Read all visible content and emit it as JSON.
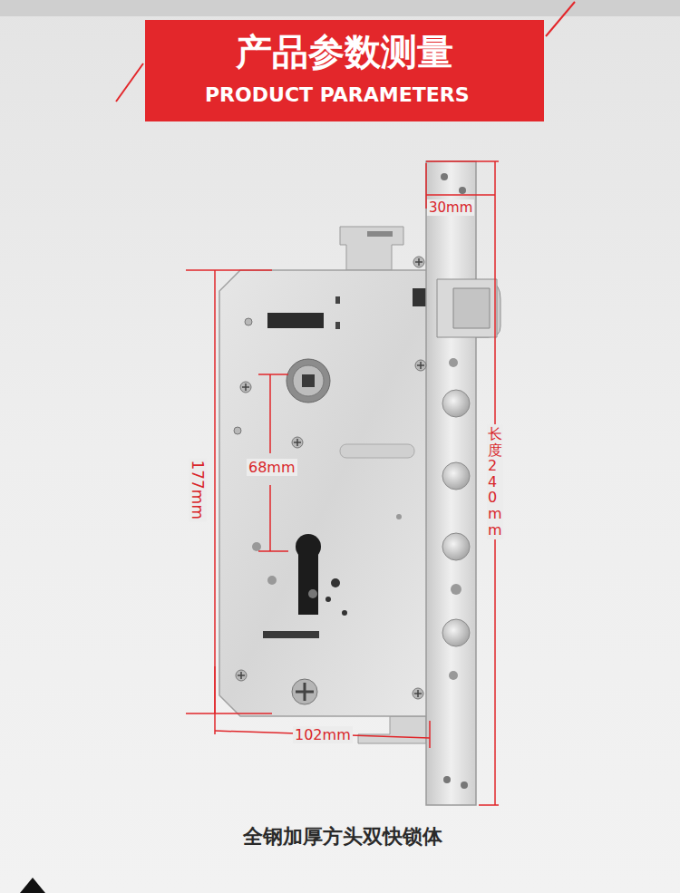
{
  "diagram": {
    "title": "产品参数测量",
    "caption": "全钢加厚方头双快锁体",
    "labels": [
      "PRODUCT PARAMETERS",
      "30mm",
      "长度240mm",
      "68mm",
      "177mm",
      "102mm"
    ]
  }
}
